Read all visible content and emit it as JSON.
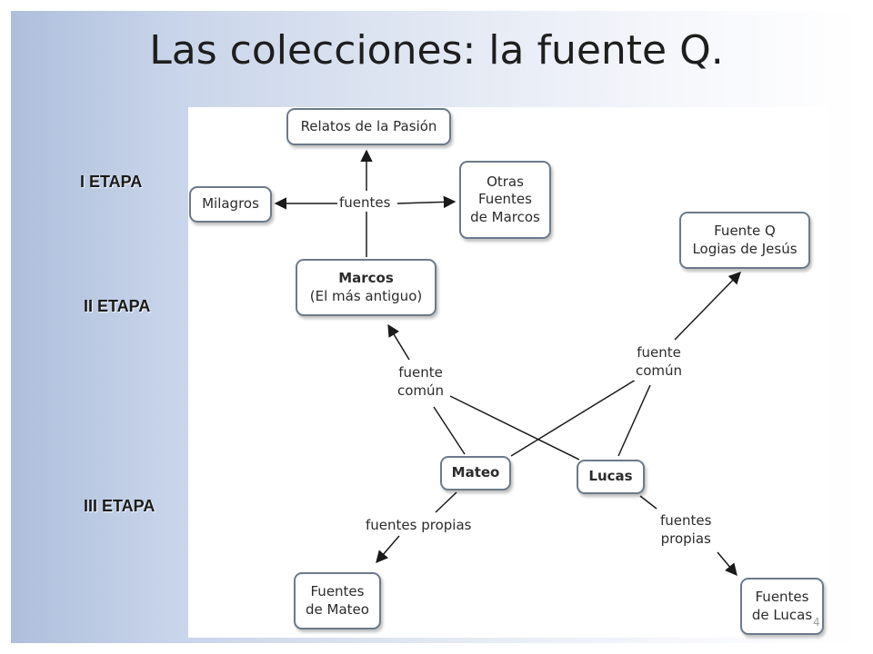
{
  "slide": {
    "title": "Las colecciones: la fuente Q.",
    "page_number": "4"
  },
  "stages": {
    "stage1": "I ETAPA",
    "stage2": "II ETAPA",
    "stage3": "III ETAPA"
  },
  "nodes": {
    "relatos": "Relatos de la Pasión",
    "milagros": "Milagros",
    "otras_l1": "Otras",
    "otras_l2": "Fuentes",
    "otras_l3": "de Marcos",
    "fuente_q_l1": "Fuente Q",
    "fuente_q_l2": "Logias de Jesús",
    "marcos_l1": "Marcos",
    "marcos_l2": "(El más antiguo)",
    "mateo": "Mateo",
    "lucas": "Lucas",
    "fuentes_mateo_l1": "Fuentes",
    "fuentes_mateo_l2": "de Mateo",
    "fuentes_lucas_l1": "Fuentes",
    "fuentes_lucas_l2": "de Lucas"
  },
  "links": {
    "fuentes": "fuentes",
    "fuente_comun_left_l1": "fuente",
    "fuente_comun_left_l2": "común",
    "fuente_comun_right_l1": "fuente",
    "fuente_comun_right_l2": "común",
    "fuentes_propias_mateo": "fuentes propias",
    "fuentes_propias_lucas_l1": "fuentes",
    "fuentes_propias_lucas_l2": "propias"
  }
}
